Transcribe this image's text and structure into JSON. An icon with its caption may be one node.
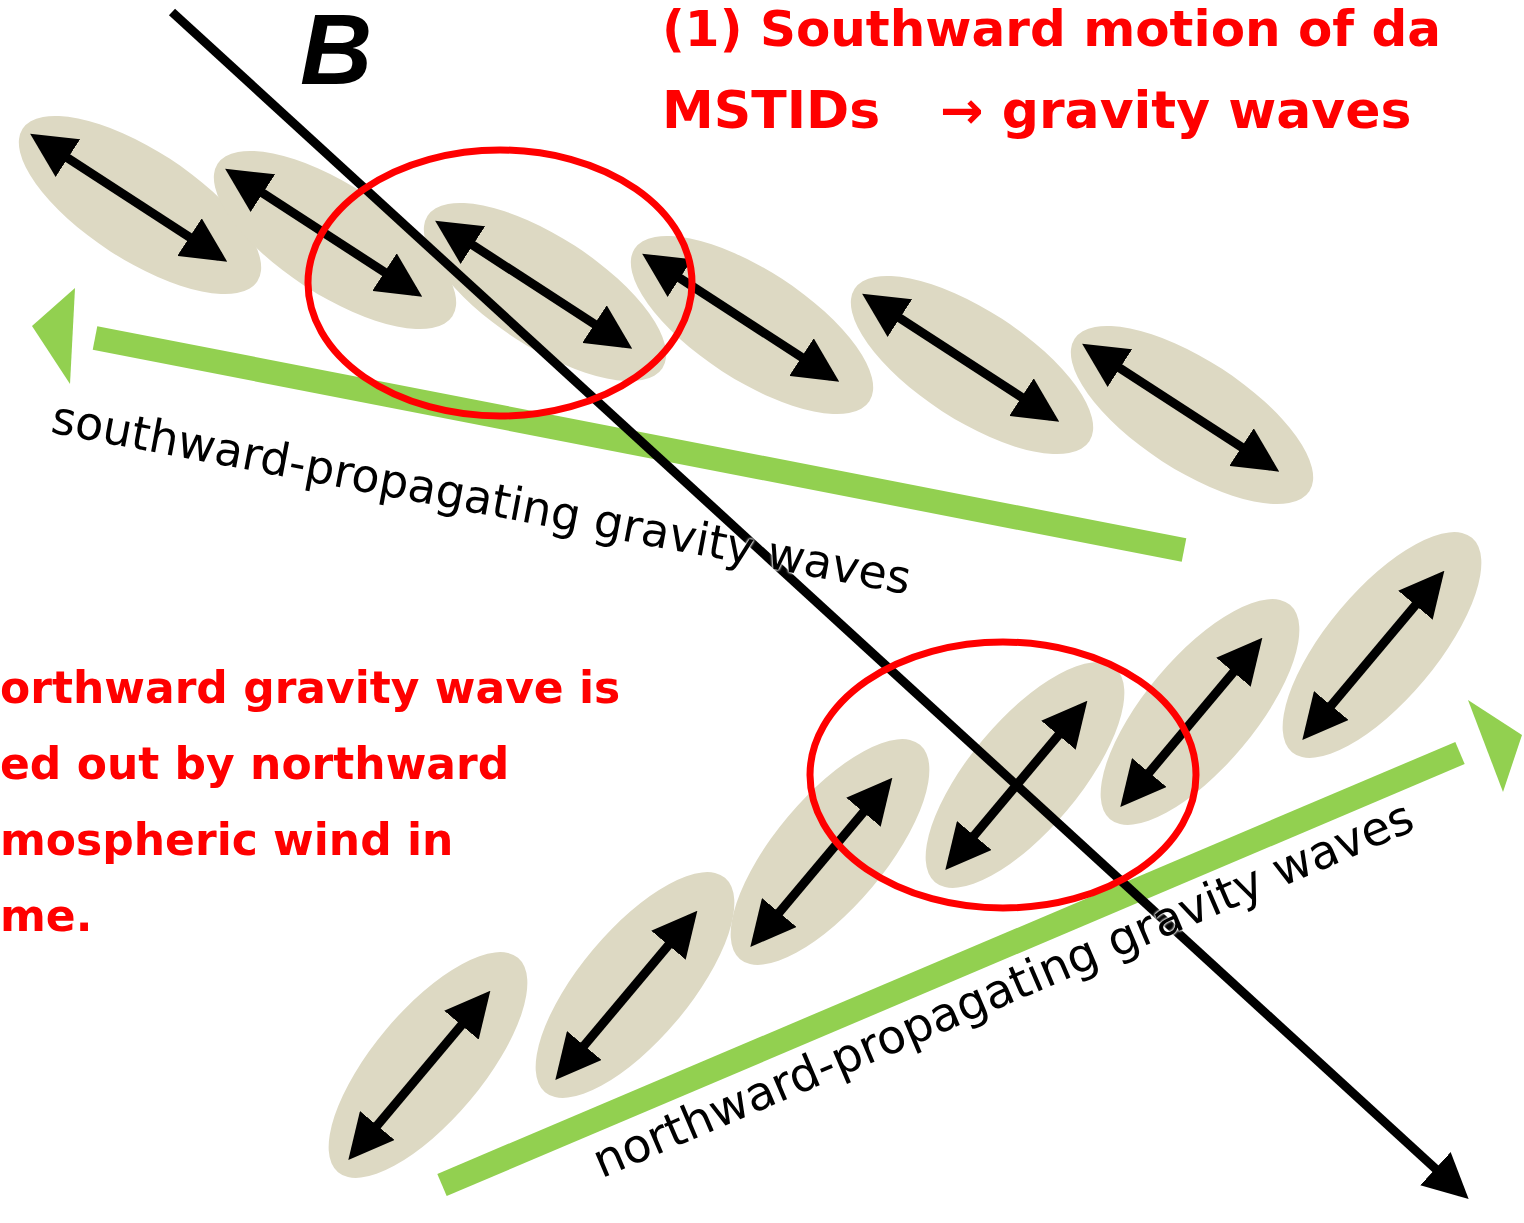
{
  "diagram": {
    "labels": [
      "B",
      "(1) Southward motion of da",
      "MSTIDs",
      "→ gravity waves",
      "southward-propagating gravity waves",
      "orthward gravity wave is",
      "ed out by northward",
      "mospheric wind in",
      "me.",
      "northward-propagating gravity waves"
    ]
  }
}
